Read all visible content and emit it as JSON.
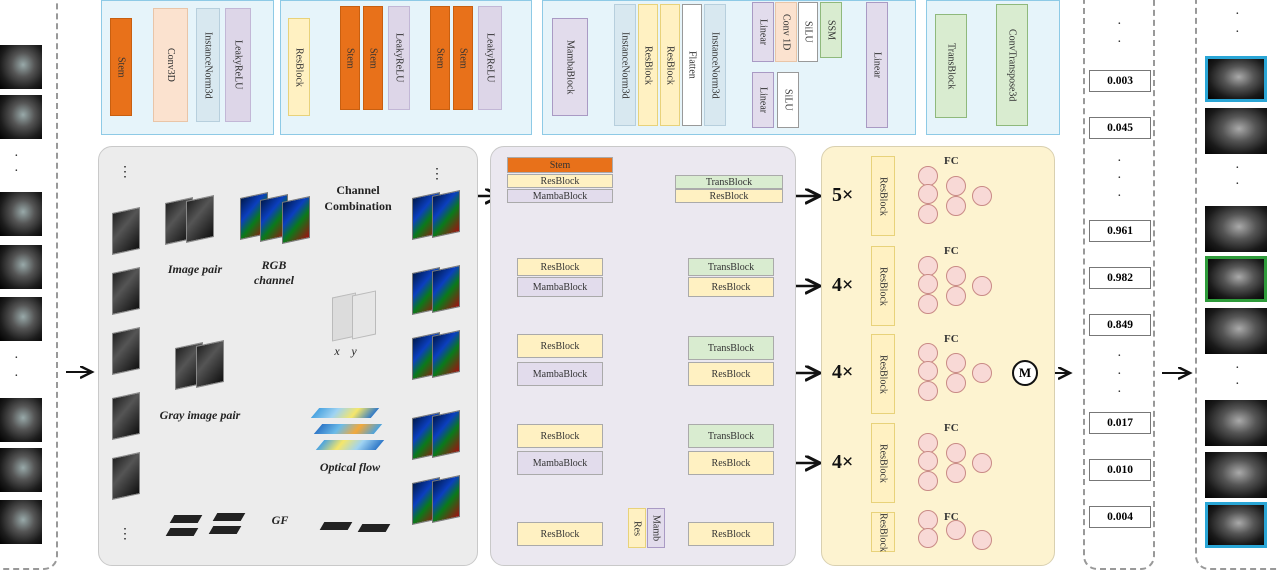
{
  "legend": {
    "stem_group": [
      "Stem",
      "Conv3D",
      "InstanceNorm3d",
      "LeakyReLU"
    ],
    "resblock_group": [
      "ResBlock",
      "Stem",
      "Stem",
      "LeakyReLU",
      "Stem",
      "Stem",
      "LeakyReLU"
    ],
    "mamba_group": [
      "MambaBlock",
      "InstanceNorm3d",
      "ResBlock",
      "ResBlock",
      "Flatten",
      "InstanceNorm3d",
      "Linear",
      "Conv 1D",
      "SiLU",
      "SSM",
      "Linear",
      "SiLU",
      "Linear"
    ],
    "trans_group": [
      "TransBlock",
      "ConvTranspose3d"
    ]
  },
  "preprocess": {
    "image_pair": "Image pair",
    "rgb_channel": "RGB channel",
    "channel_combination": "Channel Combination",
    "gray_image_pair": "Gray image pair",
    "optical_flow": "Optical flow",
    "gf": "GF",
    "x_label": "x",
    "y_label": "y"
  },
  "network": {
    "encoder": [
      "Stem",
      "ResBlock",
      "MambaBlock"
    ],
    "res": "ResBlock",
    "mamba": "MambaBlock",
    "trans": "TransBlock",
    "mamb_partial": "Mamb",
    "res_partial": "Res"
  },
  "heads": {
    "multipliers": [
      "5×",
      "4×",
      "4×",
      "4×"
    ],
    "fc": "FC",
    "resblock": "ResBlock",
    "merge": "M"
  },
  "scores": [
    "0.003",
    "0.045",
    "0.961",
    "0.982",
    "0.849",
    "0.017",
    "0.010",
    "0.004"
  ],
  "colors": {
    "stem": "#e8711a",
    "resblock": "#fff1c2",
    "mambablock": "#e2dcec",
    "transblock": "#d9ecd0",
    "legend_bg": "#e6f4fa",
    "head_panel": "#fdf3d0",
    "network_panel": "#ebe8f0",
    "preprocess_panel": "#ececec",
    "highlight_blue": "#2aa6d6",
    "highlight_green": "#2e9b3a",
    "neuron": "#f8d9d6"
  }
}
